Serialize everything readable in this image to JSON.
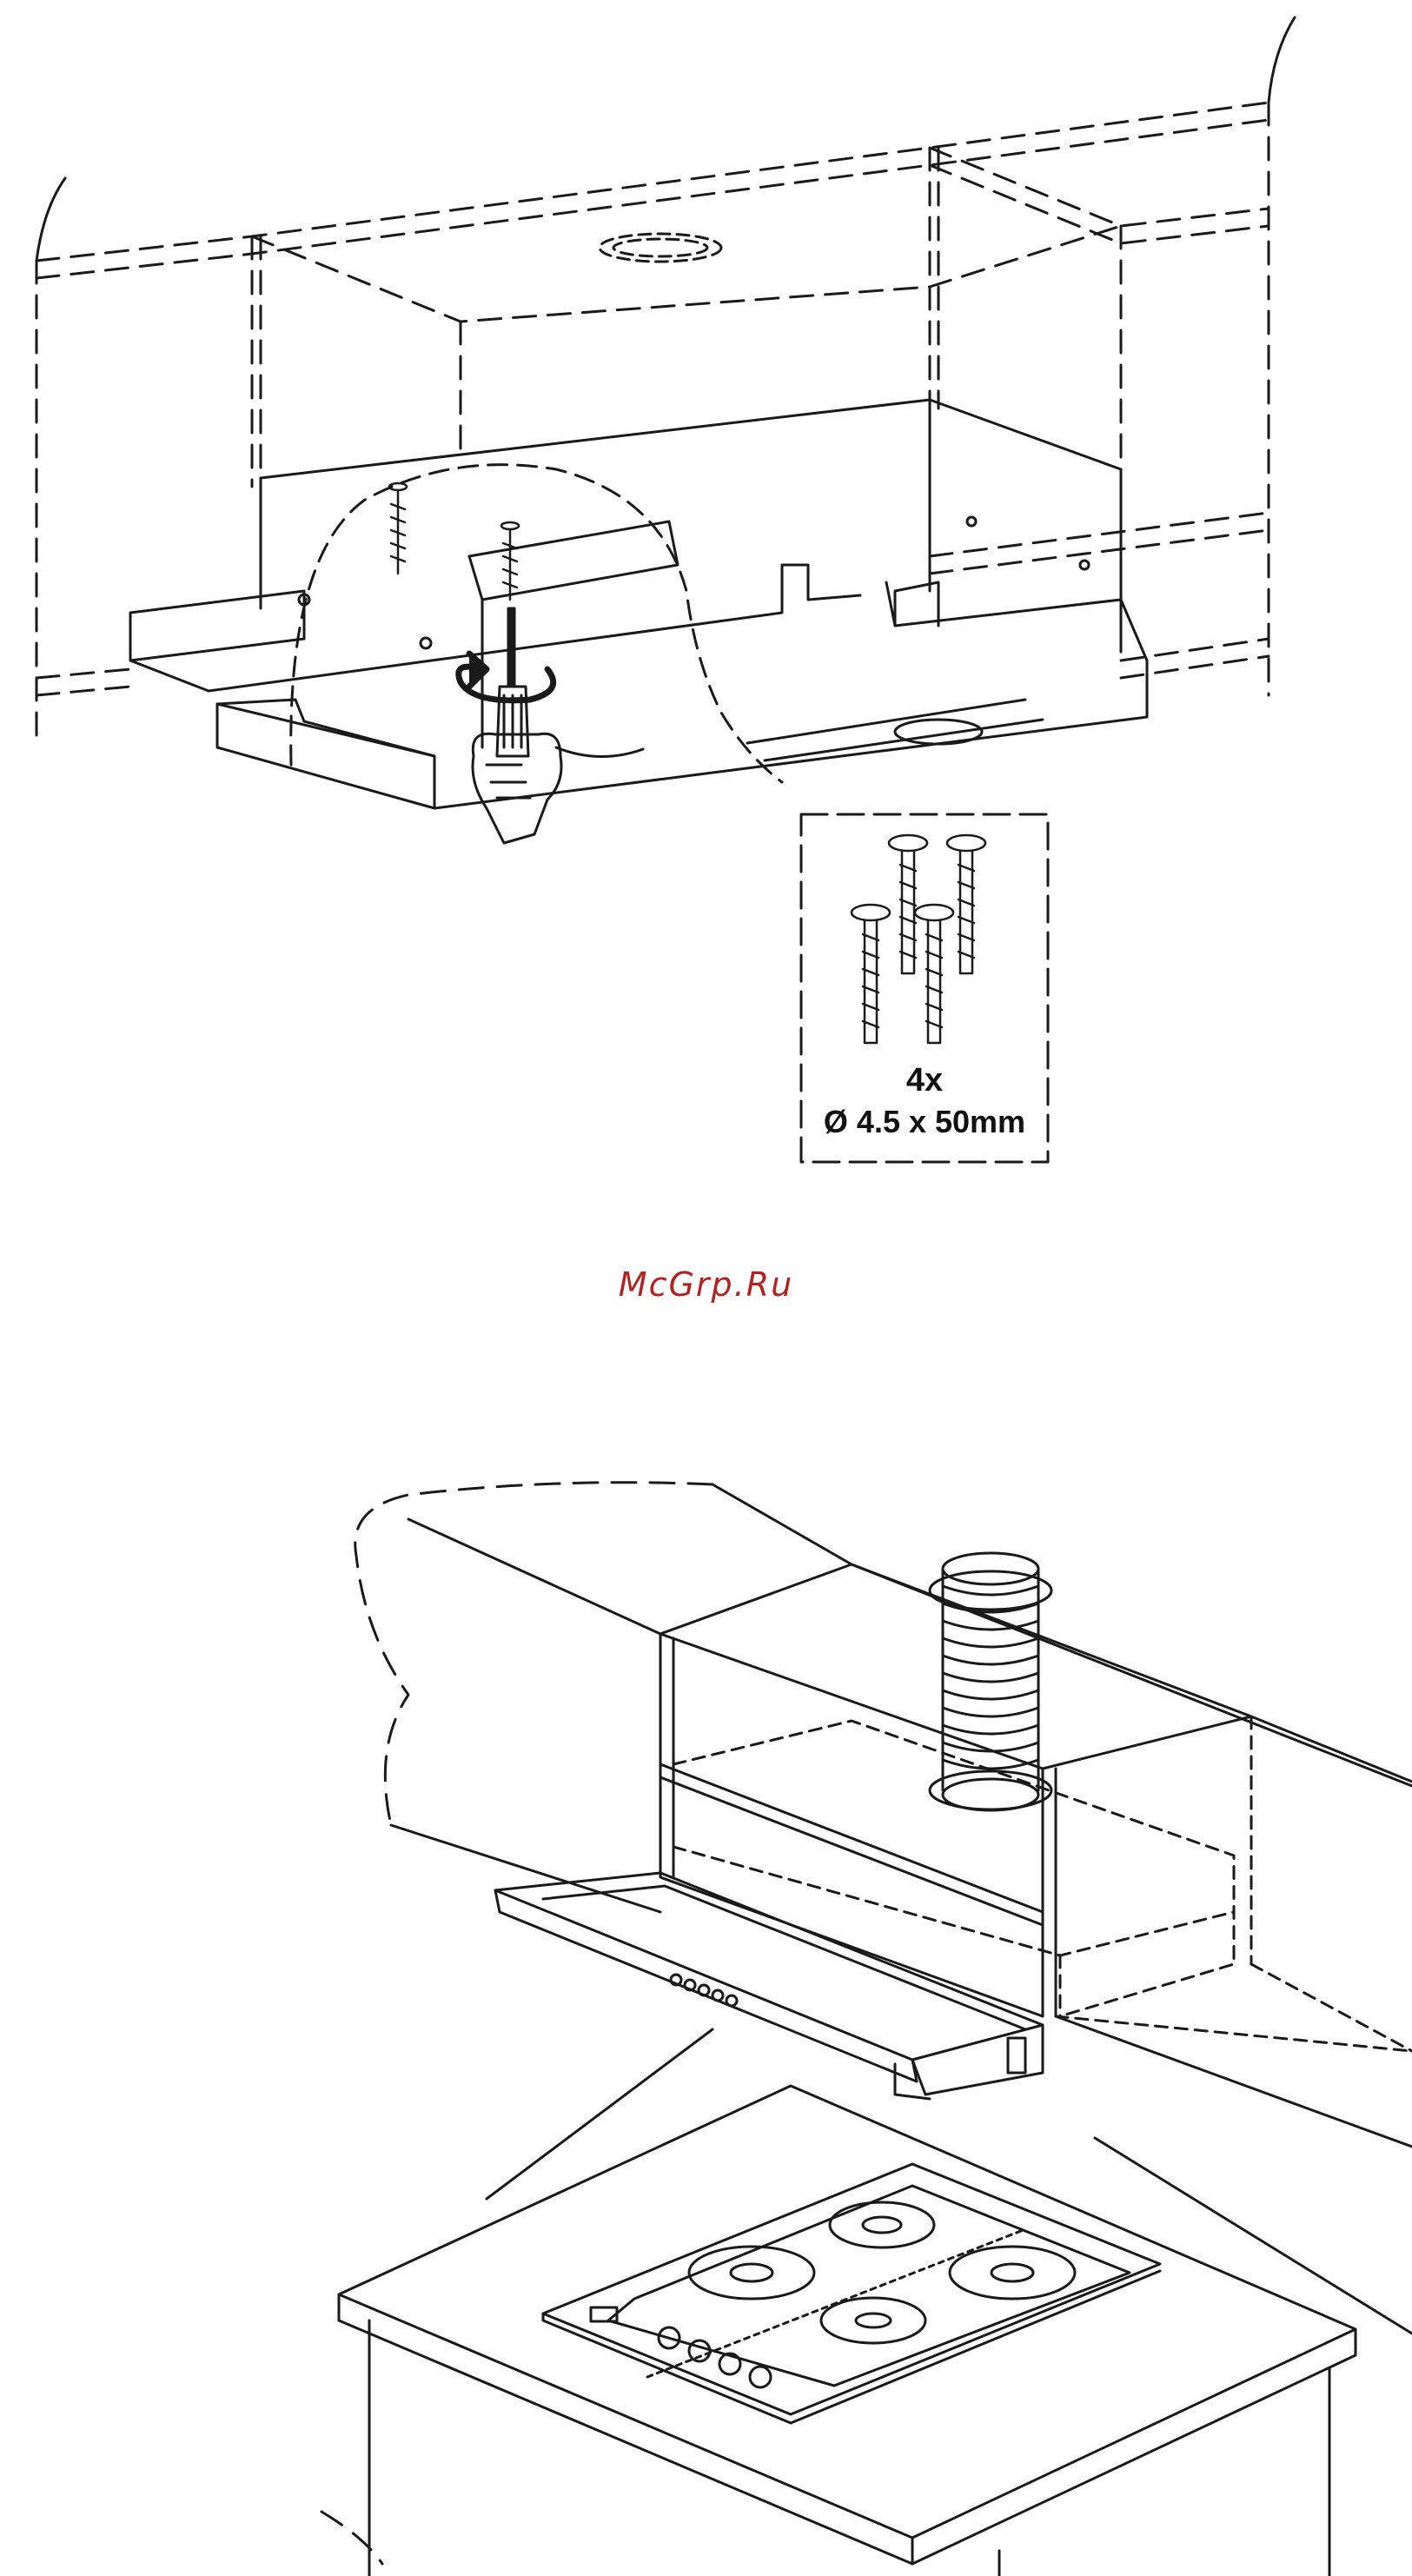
{
  "watermark": {
    "text": "McGrp.Ru",
    "color": "#b22222"
  },
  "screw_callout": {
    "quantity": "4x",
    "spec": "Ø 4.5 x 50mm"
  },
  "colors": {
    "line": "#1a1a1a",
    "background": "#ffffff"
  },
  "figures": [
    {
      "step": "screw-mounting",
      "icons": [
        "screwdriver-icon",
        "hand-icon",
        "rotate-arrow-icon",
        "screw-icon"
      ]
    },
    {
      "step": "installed-hood-above-hob",
      "icons": [
        "duct-icon",
        "hob-icon",
        "control-knob-icon"
      ]
    }
  ]
}
